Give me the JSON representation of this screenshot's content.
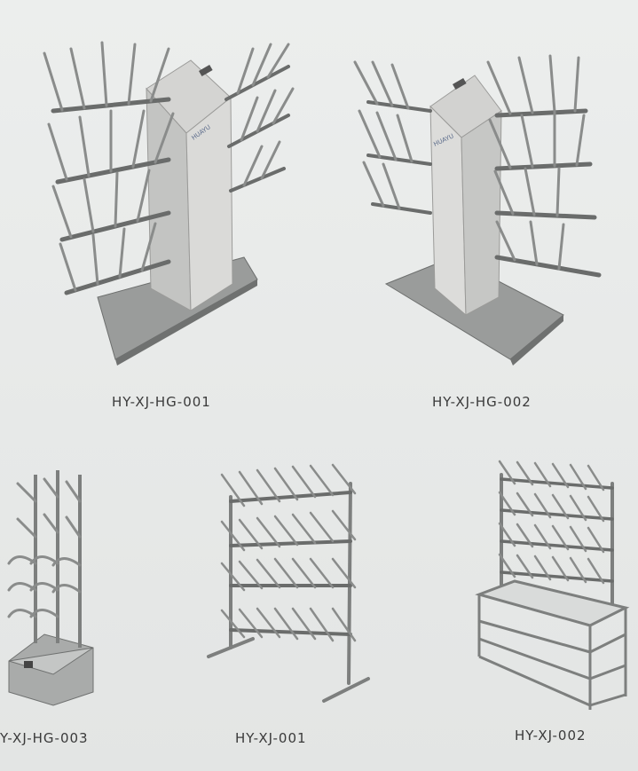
{
  "products": [
    {
      "id": "p1",
      "label": "HY-XJ-HG-001"
    },
    {
      "id": "p2",
      "label": "HY-XJ-HG-002"
    },
    {
      "id": "p3",
      "label": "Y-XJ-HG-003"
    },
    {
      "id": "p4",
      "label": "HY-XJ-001"
    },
    {
      "id": "p5",
      "label": "HY-XJ-002"
    }
  ]
}
